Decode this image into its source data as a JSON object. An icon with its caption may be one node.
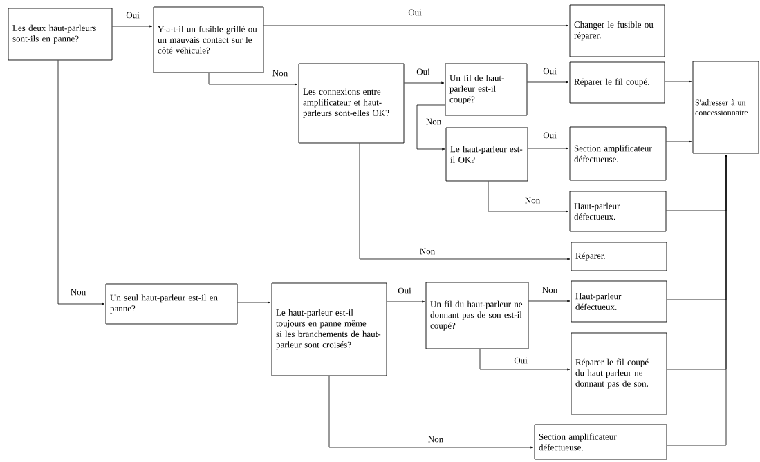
{
  "diagram": {
    "nodes": [
      {
        "text": [
          "Les deux haut-parleurs sont-ils en panne?"
        ]
      },
      {
        "text": [
          "Y-a-t-il un fusible grillé ou un mauvais contact sur le côté véhicule?"
        ]
      },
      {
        "text": [
          "Changer le fusible ou réparer."
        ]
      },
      {
        "text": [
          "Les connexions entre amplificateur et haut-parleurs sont-elles OK?"
        ]
      },
      {
        "text": [
          "Un fil de haut-parleur est-il coupé?"
        ]
      },
      {
        "text": [
          "Réparer le fil coupé."
        ]
      },
      {
        "text": [
          "S'adresser à un concessionnaire"
        ]
      },
      {
        "text": [
          "Le haut-parleur est-il OK?"
        ]
      },
      {
        "text": [
          "Section amplificateur défectueuse."
        ]
      },
      {
        "text": [
          "Haut-parleur défectueux."
        ]
      },
      {
        "text": [
          "Réparer."
        ]
      },
      {
        "text": [
          "Un seul haut-parleur est-il en panne?"
        ]
      },
      {
        "text": [
          "Le haut-parleur est-il toujours en panne même si les branchements de haut-parleur sont croisés?"
        ]
      },
      {
        "text": [
          "Un fil du haut-parleur ne donnant pas de son est-il coupé?"
        ]
      },
      {
        "text": [
          "Haut-parleur défectueux."
        ]
      },
      {
        "text": [
          "Réparer le fil coupé du haut parleur ne donnant pas de son."
        ]
      },
      {
        "text": [
          "Section amplificateur défectueuse."
        ]
      }
    ],
    "edges": [
      {
        "from": 0,
        "to": 1,
        "arrow": "to",
        "label": "Oui"
      },
      {
        "from": 1,
        "to": 2,
        "arrow": "to",
        "label": "Oui"
      },
      {
        "from": 1,
        "to": 3,
        "arrow": "to",
        "label": "Non"
      },
      {
        "from": 3,
        "to": 4,
        "arrow": "to",
        "label": "Oui"
      },
      {
        "from": 4,
        "to": 5,
        "arrow": "to",
        "label": "Oui"
      },
      {
        "from": 4,
        "to": 7,
        "arrow": "to",
        "label": "Non"
      },
      {
        "from": 7,
        "to": 8,
        "arrow": "to",
        "label": "Oui"
      },
      {
        "from": 7,
        "to": 9,
        "arrow": "to",
        "label": "Non"
      },
      {
        "from": 3,
        "to": 10,
        "arrow": "to",
        "label": "Non"
      },
      {
        "from": 0,
        "to": 11,
        "arrow": "to",
        "label": "Non"
      },
      {
        "from": 11,
        "to": 12,
        "arrow": "to"
      },
      {
        "from": 12,
        "to": 13,
        "arrow": "to",
        "label": "Oui"
      },
      {
        "from": 13,
        "to": 14,
        "arrow": "to",
        "label": "Non"
      },
      {
        "from": 13,
        "to": 15,
        "arrow": "to",
        "label": "Oui"
      },
      {
        "from": 12,
        "to": 16,
        "arrow": "to",
        "label": "Non"
      },
      {
        "from": 5,
        "to": 6,
        "arrow": "to"
      },
      {
        "from": 8,
        "to": 6,
        "arrow": "to"
      },
      {
        "from": 9,
        "to": 6,
        "arrow": "to"
      },
      {
        "from": 14,
        "to": 6,
        "arrow": "to"
      },
      {
        "from": 15,
        "to": 6,
        "arrow": "to"
      },
      {
        "from": 16,
        "to": 6,
        "arrow": "to"
      }
    ]
  }
}
